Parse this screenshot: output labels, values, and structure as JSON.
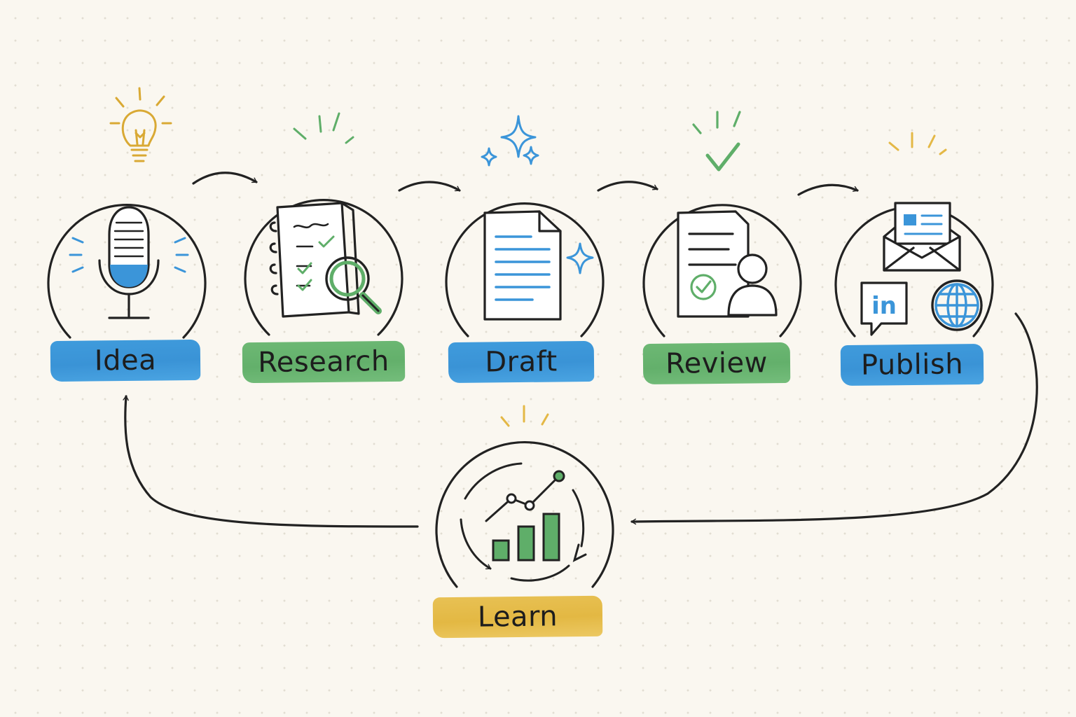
{
  "stages": [
    {
      "label": "Idea",
      "icon": "microphone-icon",
      "accent": "#3b95d9"
    },
    {
      "label": "Research",
      "icon": "notebook-magnifier-icon",
      "accent": "#5fae69"
    },
    {
      "label": "Draft",
      "icon": "document-icon",
      "accent": "#3b95d9"
    },
    {
      "label": "Review",
      "icon": "document-person-icon",
      "accent": "#5fae69"
    },
    {
      "label": "Publish",
      "icon": "envelope-linkedin-globe-icon",
      "accent": "#3b95d9"
    }
  ],
  "feedback_stage": {
    "label": "Learn",
    "icon": "growth-chart-icon",
    "accent": "#e4b846"
  },
  "colors": {
    "blue": "#3b95d9",
    "green": "#5fae69",
    "gold": "#e4b846",
    "ink": "#222222"
  },
  "linkedin_text": "in"
}
